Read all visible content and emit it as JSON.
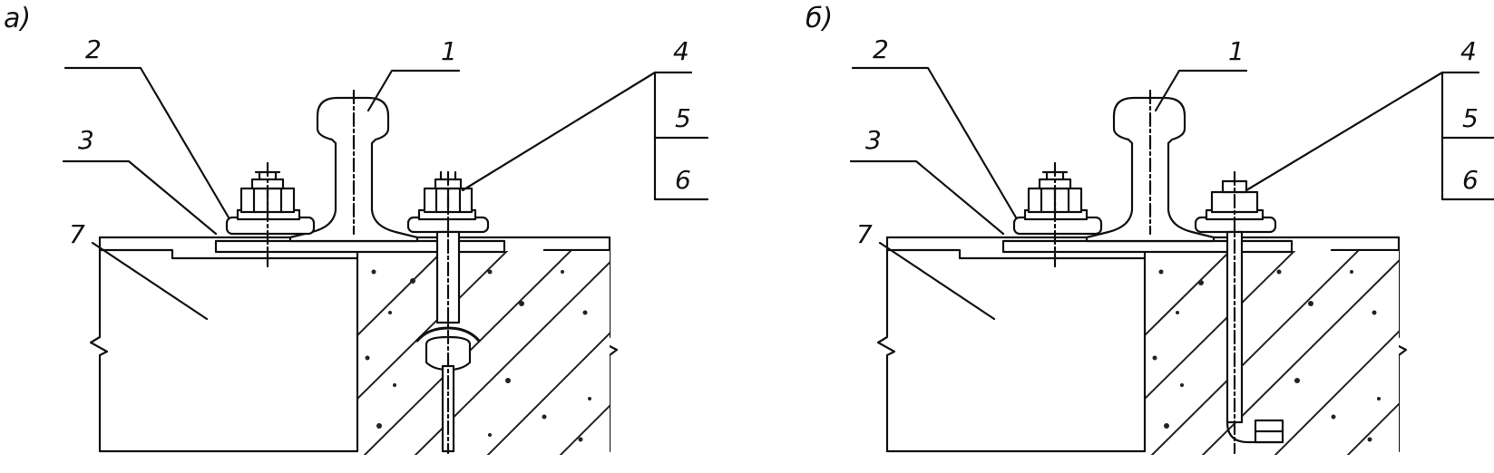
{
  "figure": {
    "panels": [
      {
        "id": "a",
        "label": "а)",
        "callouts": [
          "1",
          "2",
          "3",
          "4",
          "5",
          "6",
          "7"
        ]
      },
      {
        "id": "b",
        "label": "б)",
        "callouts": [
          "1",
          "2",
          "3",
          "4",
          "5",
          "6",
          "7"
        ]
      }
    ],
    "colors": {
      "ink": "#111111",
      "paper": "#ffffff"
    }
  }
}
